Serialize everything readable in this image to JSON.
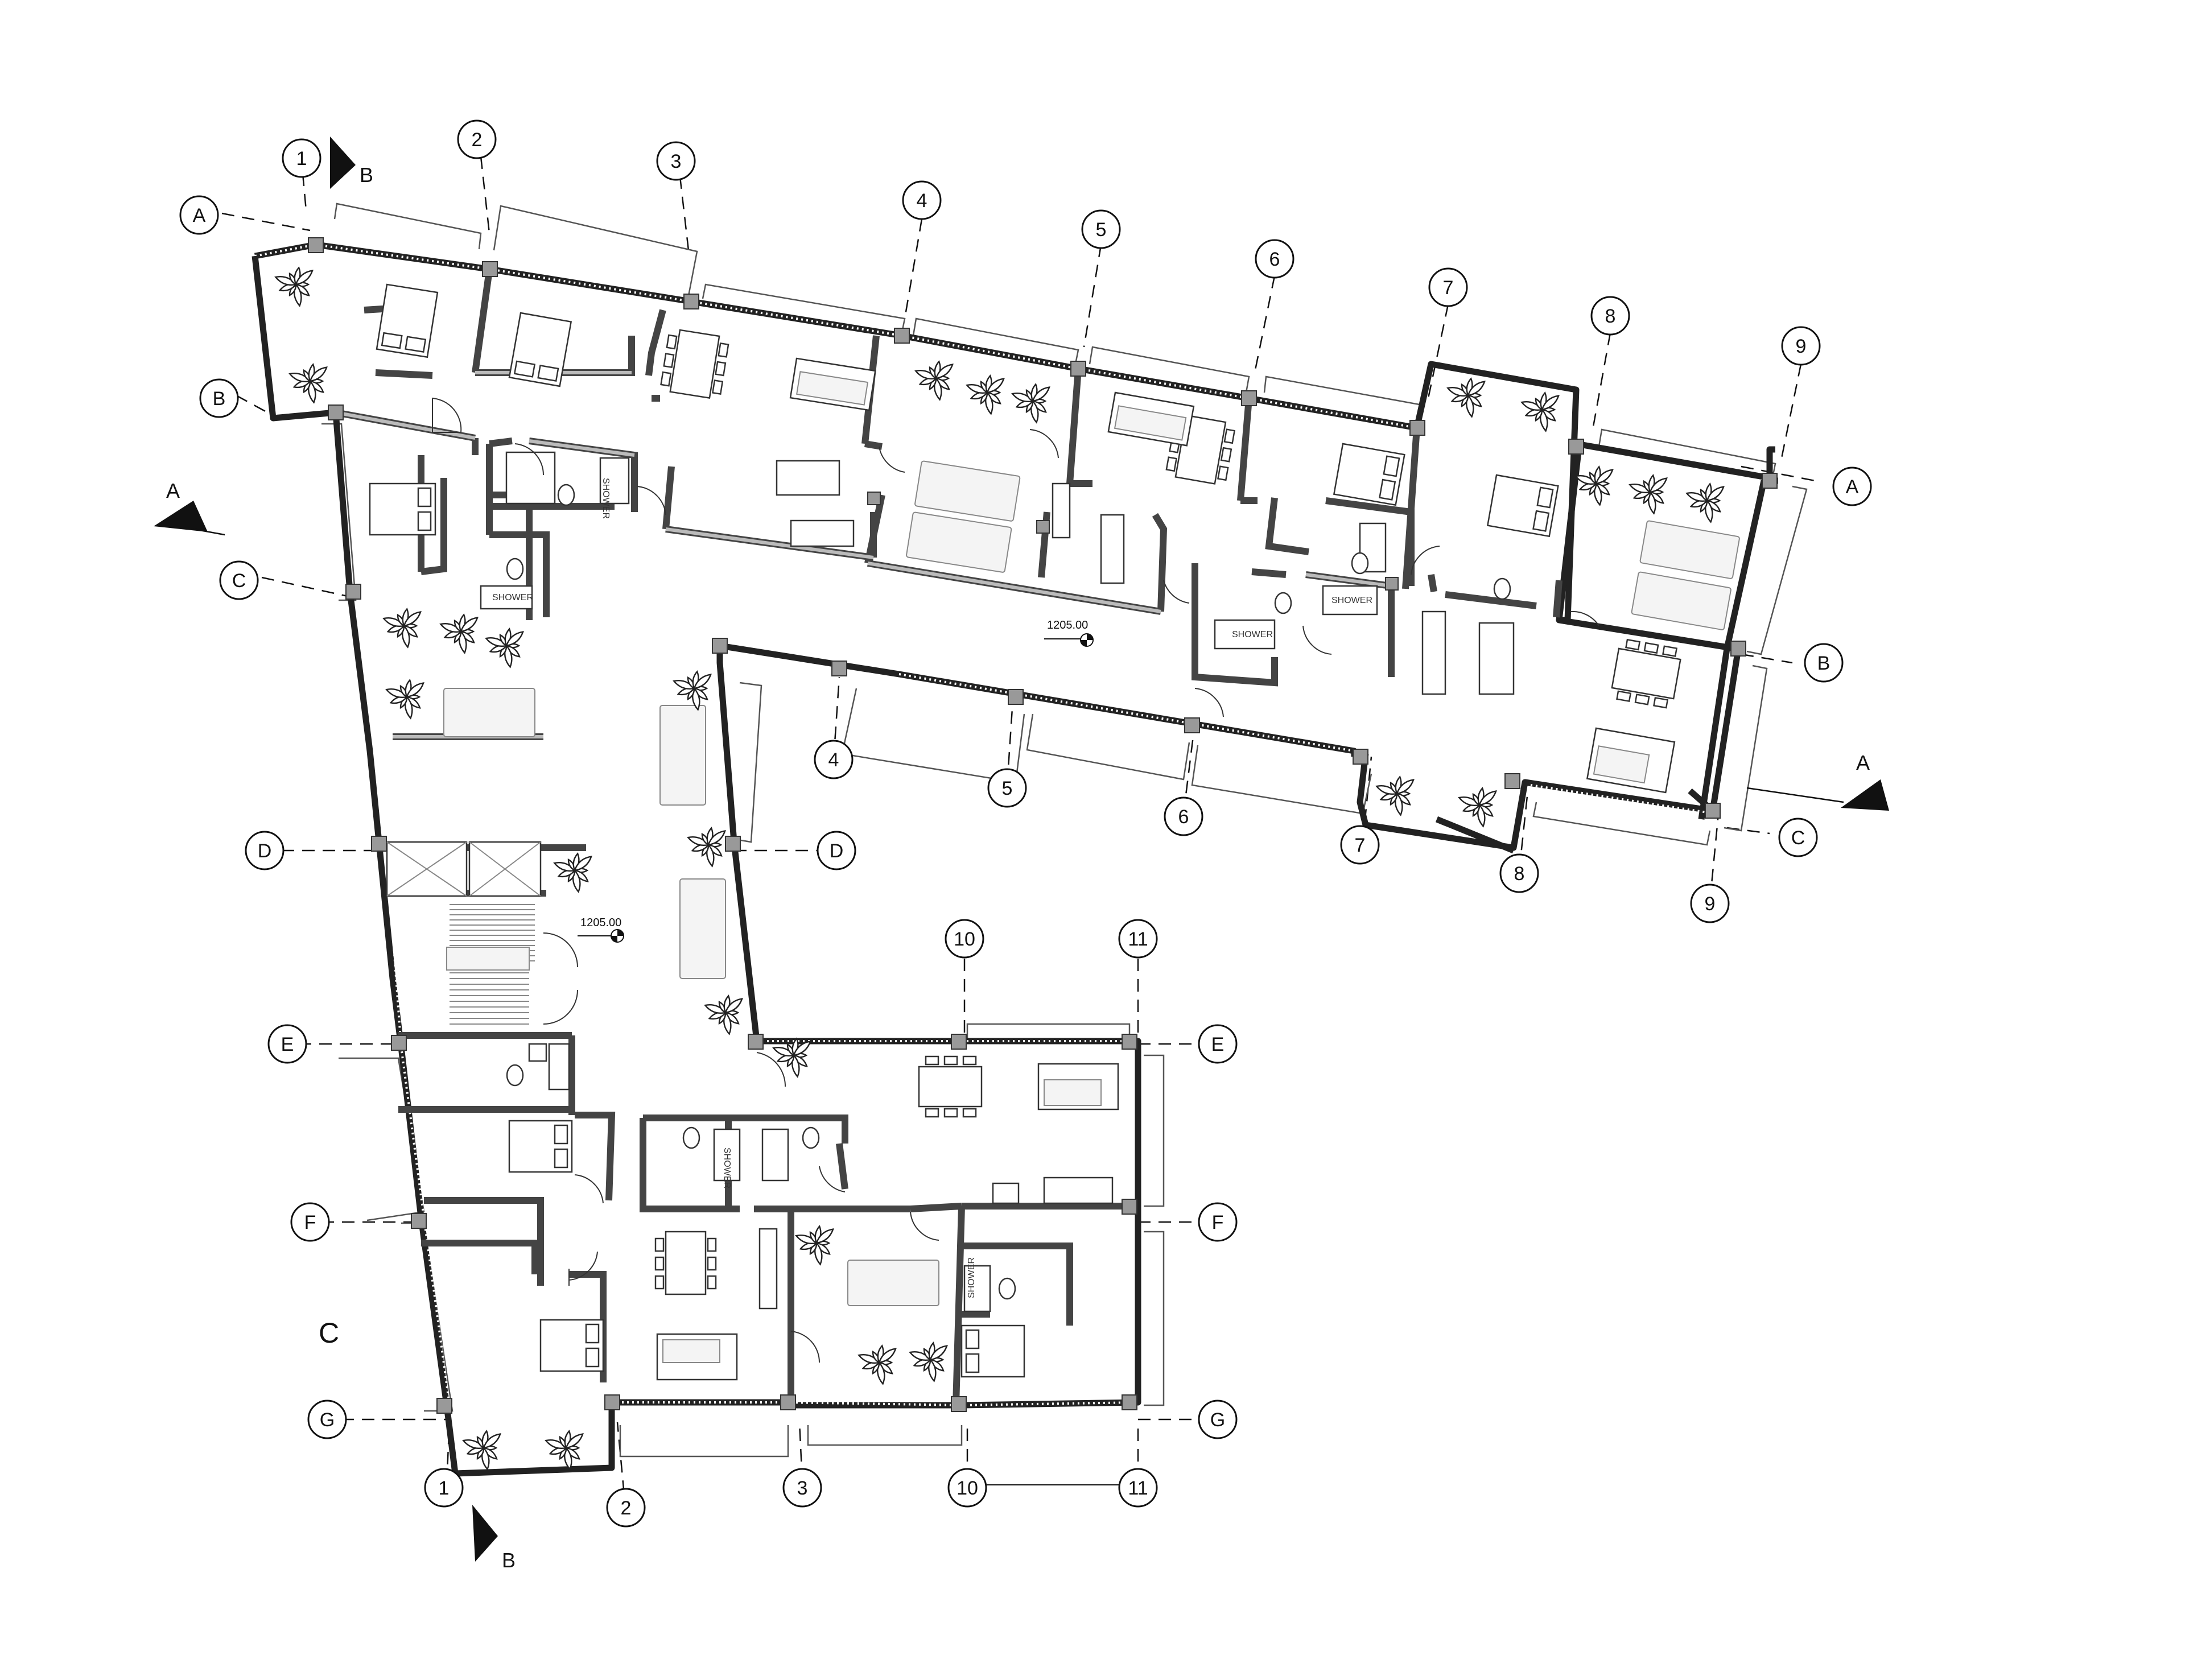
{
  "drawing": {
    "zone_label": "C",
    "elevation_marks": [
      "1205.00",
      "1205.00"
    ],
    "room_labels": [
      "SHOWER",
      "SHOWER",
      "SHOWER",
      "SHOWER",
      "SHOWER",
      "SHOWER"
    ]
  },
  "grid_bubbles": [
    {
      "id": "g1-top",
      "text": "1"
    },
    {
      "id": "g2-top",
      "text": "2"
    },
    {
      "id": "g3-top",
      "text": "3"
    },
    {
      "id": "g4-top",
      "text": "4"
    },
    {
      "id": "g5-top",
      "text": "5"
    },
    {
      "id": "g6-top",
      "text": "6"
    },
    {
      "id": "g7-top",
      "text": "7"
    },
    {
      "id": "g8-top",
      "text": "8"
    },
    {
      "id": "g9-top",
      "text": "9"
    },
    {
      "id": "gA-left",
      "text": "A"
    },
    {
      "id": "gB-left",
      "text": "B"
    },
    {
      "id": "gC-left",
      "text": "C"
    },
    {
      "id": "gA-right",
      "text": "A"
    },
    {
      "id": "gB-right",
      "text": "B"
    },
    {
      "id": "gC-right",
      "text": "C"
    },
    {
      "id": "g4-mid",
      "text": "4"
    },
    {
      "id": "g5-mid",
      "text": "5"
    },
    {
      "id": "g6-mid",
      "text": "6"
    },
    {
      "id": "g7-mid",
      "text": "7"
    },
    {
      "id": "g8-mid",
      "text": "8"
    },
    {
      "id": "g9-mid",
      "text": "9"
    },
    {
      "id": "gD-left",
      "text": "D"
    },
    {
      "id": "gD-mid",
      "text": "D"
    },
    {
      "id": "g10-top",
      "text": "10"
    },
    {
      "id": "g11-top",
      "text": "11"
    },
    {
      "id": "gE-left",
      "text": "E"
    },
    {
      "id": "gE-right",
      "text": "E"
    },
    {
      "id": "gF-left",
      "text": "F"
    },
    {
      "id": "gF-right",
      "text": "F"
    },
    {
      "id": "gG-left",
      "text": "G"
    },
    {
      "id": "gG-right",
      "text": "G"
    },
    {
      "id": "g1-bot",
      "text": "1"
    },
    {
      "id": "g2-bot",
      "text": "2"
    },
    {
      "id": "g3-bot",
      "text": "3"
    },
    {
      "id": "g10-bot",
      "text": "10"
    },
    {
      "id": "g11-bot",
      "text": "11"
    }
  ],
  "section_markers": [
    {
      "id": "sec-B-top",
      "text": "B"
    },
    {
      "id": "sec-A-left",
      "text": "A"
    },
    {
      "id": "sec-A-right",
      "text": "A"
    },
    {
      "id": "sec-B-bot",
      "text": "B"
    }
  ]
}
